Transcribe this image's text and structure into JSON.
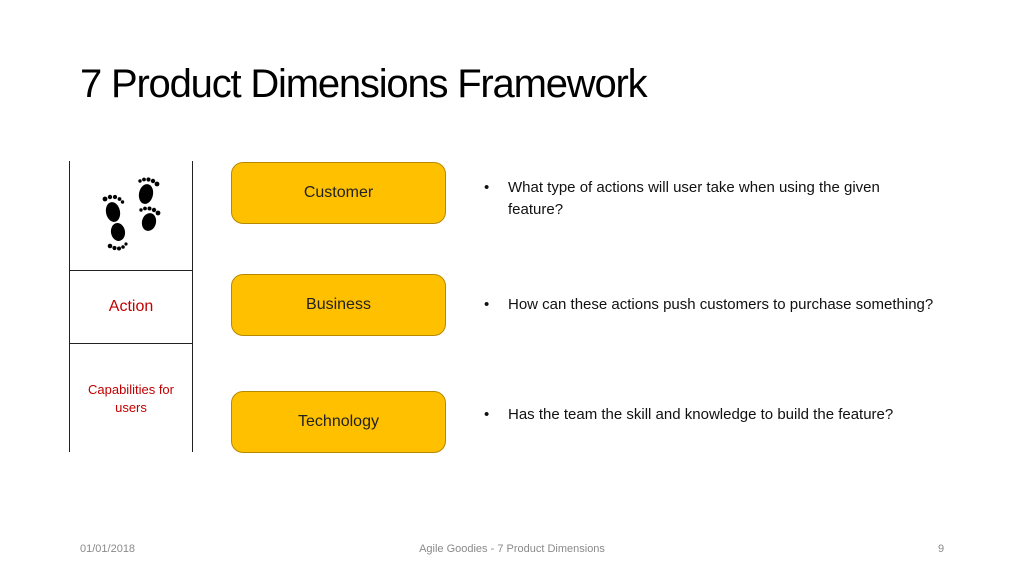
{
  "slide": {
    "title": "7 Product Dimensions Framework"
  },
  "panel": {
    "icon": "footprints-icon",
    "action_label": "Action",
    "capabilities_label": "Capabilities for users"
  },
  "boxes": [
    {
      "label": "Customer"
    },
    {
      "label": "Business"
    },
    {
      "label": "Technology"
    }
  ],
  "bullets": [
    {
      "marker": "•",
      "text": "What type of actions will user take when using the given feature?"
    },
    {
      "marker": "•",
      "text": "How can these actions push customers to purchase something?"
    },
    {
      "marker": "•",
      "text": "Has the team the skill and knowledge to build the feature?"
    }
  ],
  "footer": {
    "date": "01/01/2018",
    "center": "Agile Goodies - 7 Product Dimensions",
    "page": "9"
  },
  "colors": {
    "box_fill": "#ffc000",
    "accent_red": "#c00000"
  }
}
